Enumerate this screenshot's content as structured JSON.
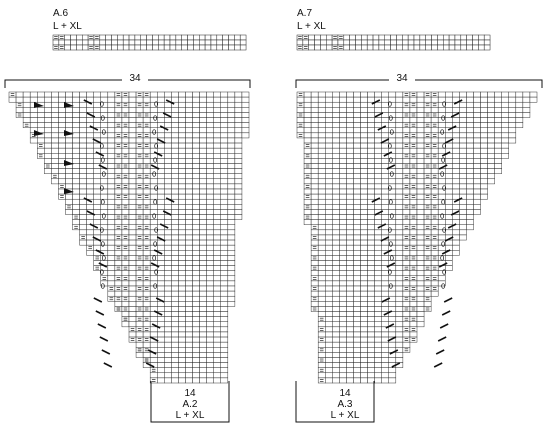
{
  "panels": {
    "a6": {
      "name": "A.6",
      "size": "L + XL"
    },
    "a7": {
      "name": "A.7",
      "size": "L + XL"
    },
    "left": {
      "top_count": "34",
      "bottom_count": "14",
      "name": "A.2",
      "size": "L + XL"
    },
    "right": {
      "top_count": "34",
      "bottom_count": "14",
      "name": "A.3",
      "size": "L + XL"
    }
  }
}
